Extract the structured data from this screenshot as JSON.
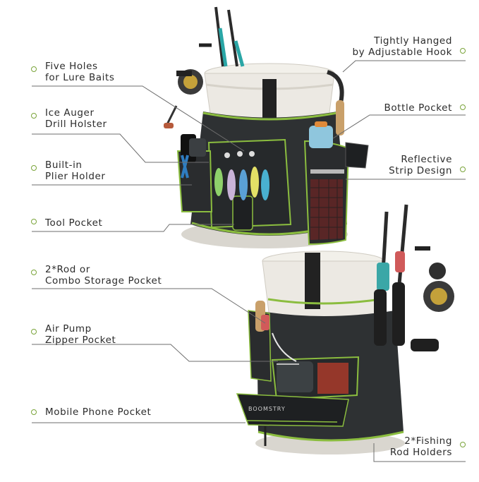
{
  "colors": {
    "accent": "#8bbd3f",
    "bag_dark": "#2e3133",
    "bucket": "#ece9e3",
    "text": "#2b2b2b"
  },
  "features": {
    "five_holes": [
      "Five Holes",
      "for Lure Baits"
    ],
    "ice_auger": [
      "Ice Auger",
      "Drill Holster"
    ],
    "plier_holder": [
      "Built-in",
      "Plier Holder"
    ],
    "tool_pocket": [
      "Tool Pocket"
    ],
    "rod_combo": [
      "2*Rod or",
      "Combo Storage Pocket"
    ],
    "air_pump": [
      "Air Pump",
      "Zipper Pocket"
    ],
    "phone_pocket": [
      "Mobile Phone Pocket"
    ],
    "hook": [
      "Tightly Hanged",
      "by Adjustable Hook"
    ],
    "bottle": [
      "Bottle Pocket"
    ],
    "reflective": [
      "Reflective",
      "Strip Design"
    ],
    "fishing_rod": [
      "2*Fishing",
      "Rod Holders"
    ]
  },
  "brand_on_bag": "BOOMSTRY"
}
